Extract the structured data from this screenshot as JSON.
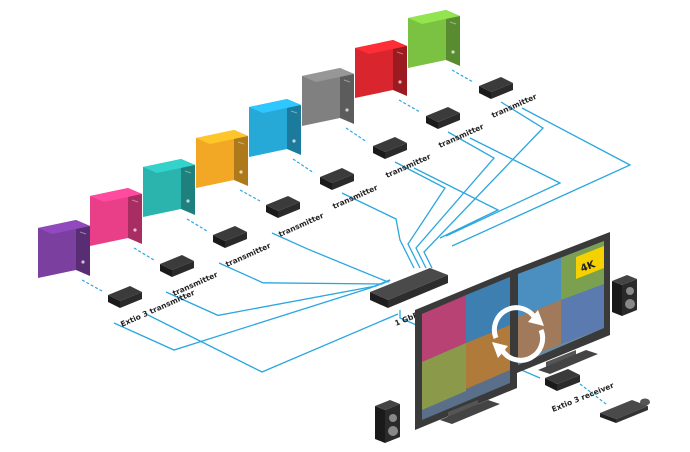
{
  "labels": {
    "transmitter": "transmitter",
    "first_transmitter": "Extio 3 transmitter",
    "switch": "1 GbE network switch",
    "receiver": "Extio 3 receiver",
    "badge_4k": "4K"
  },
  "colors": {
    "link": "#2aa7df",
    "device": "#2b2b2b",
    "pc_colors": [
      "#7b3fa0",
      "#e83f88",
      "#2bb3ad",
      "#f2a824",
      "#27a9d8",
      "#808080",
      "#d9262e",
      "#7cc242"
    ],
    "monitor_frame": "#3a3a3a",
    "badge": "#f5d100"
  },
  "icons": {
    "computer": "tower-pc-icon",
    "device": "extender-box-icon",
    "switch": "network-switch-icon",
    "speaker": "speaker-icon",
    "keyboard": "keyboard-icon",
    "mouse": "mouse-icon",
    "swap": "swap-arrows-icon"
  }
}
